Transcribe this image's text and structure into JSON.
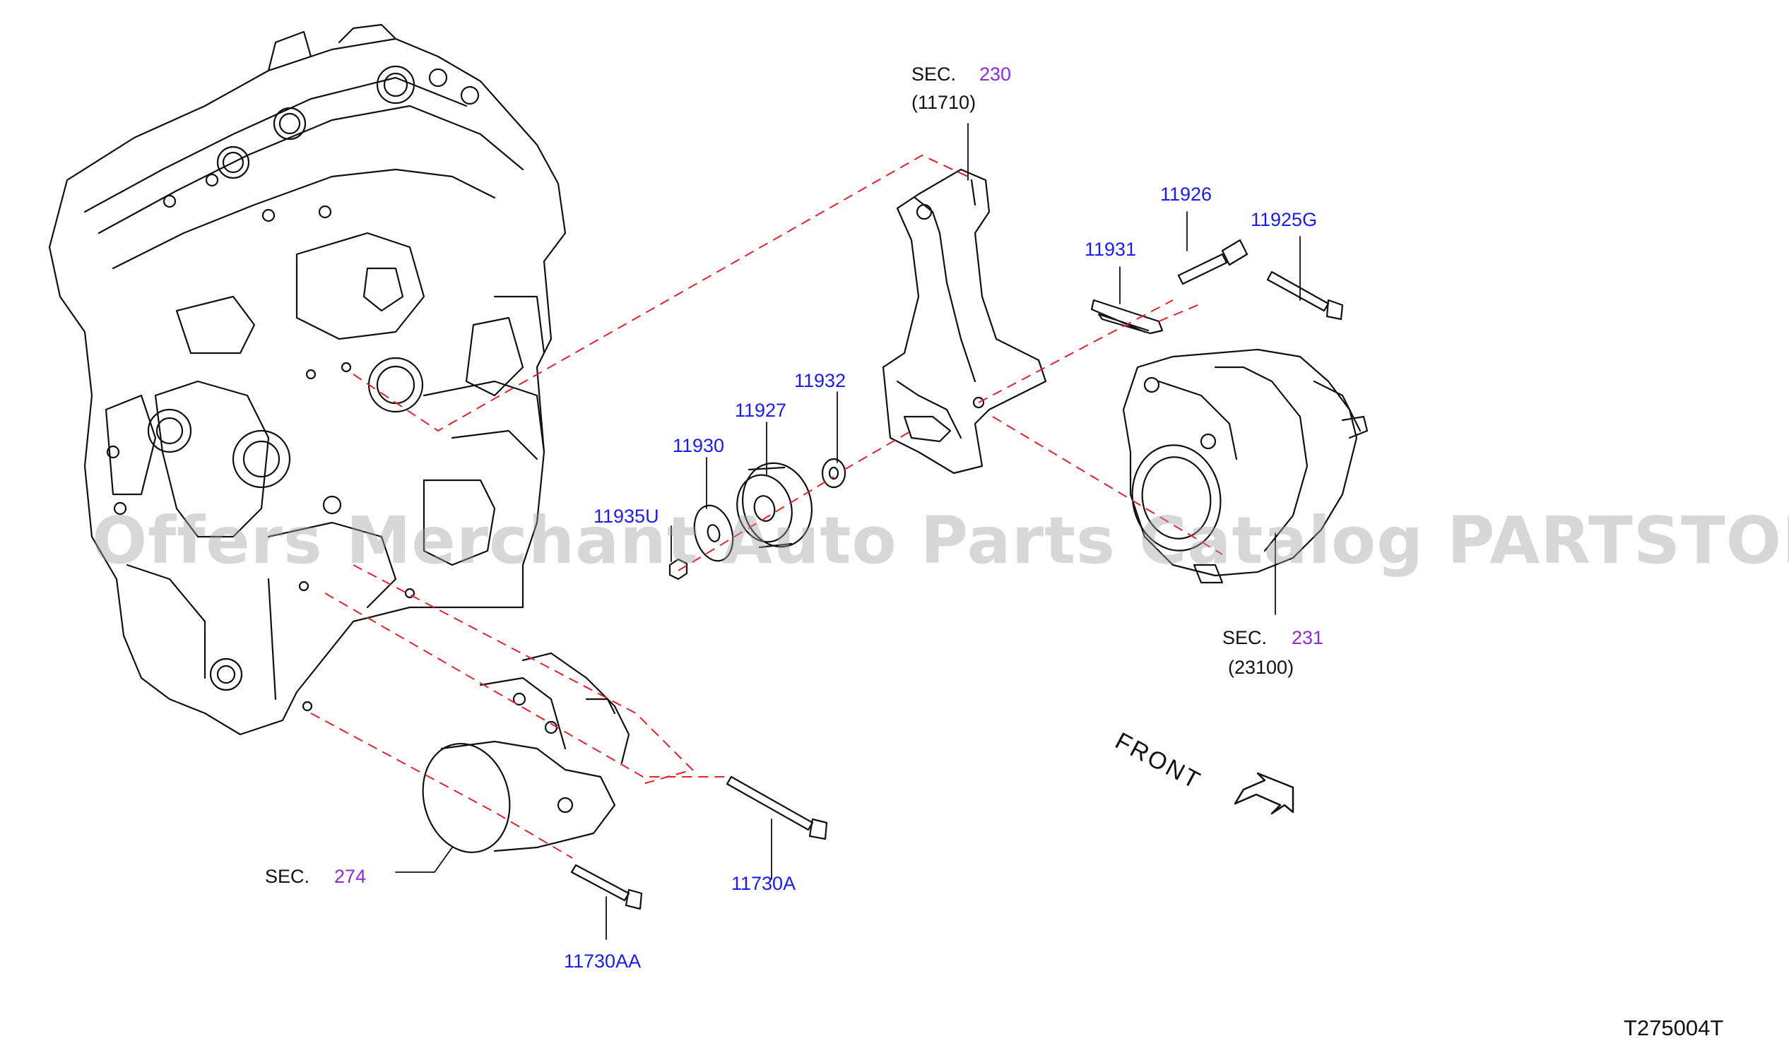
{
  "labels": {
    "sec230": {
      "prefix": "SEC.",
      "num": "230",
      "sub": "(11710)"
    },
    "sec231": {
      "prefix": "SEC.",
      "num": "231",
      "sub": "(23100)"
    },
    "sec274": {
      "prefix": "SEC.",
      "num": "274"
    },
    "p11926": "11926",
    "p11925g": "11925G",
    "p11931": "11931",
    "p11932": "11932",
    "p11927": "11927",
    "p11930": "11930",
    "p11935u": "11935U",
    "p11730a": "11730A",
    "p11730aa": "11730AA"
  },
  "front": "FRONT",
  "diagram_id": "T275004T",
  "watermark": "Offers Merchant Auto Parts Catalog PARTSTORE.SA",
  "colors": {
    "part_number": "#1a1aff",
    "section_number": "#8a2be2",
    "lines": "#111111",
    "dashed": "#e8202a"
  },
  "icons": [
    "engine-block-drawing",
    "bracket-drawing",
    "alternator-drawing",
    "pump-drawing",
    "idler-pulley-drawing",
    "front-arrow-icon"
  ]
}
